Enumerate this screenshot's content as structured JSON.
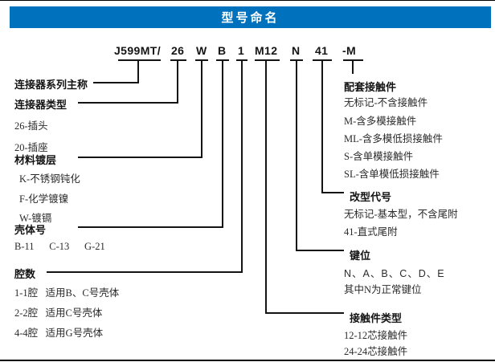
{
  "header": {
    "title": "型号命名"
  },
  "part_number": {
    "segments": [
      "J599MT/",
      "26",
      "W",
      "B",
      "1",
      "M12",
      "N",
      "41",
      "-M"
    ]
  },
  "left_sections": [
    {
      "title": "连接器系列主称",
      "items": []
    },
    {
      "title": "连接器类型",
      "items": [
        "26-插头",
        "20-插座"
      ]
    },
    {
      "title": "材料镀层",
      "items": [
        "K-不锈钢钝化",
        "F-化学镀镍",
        "W-镀镉"
      ]
    },
    {
      "title": "壳体号",
      "items": [
        "B-11      C-13      G-21"
      ]
    },
    {
      "title": "腔数",
      "items": [
        "1-1腔   适用B、C号壳体",
        "2-2腔   适用C号壳体",
        "4-4腔   适用G号壳体"
      ]
    }
  ],
  "right_sections": [
    {
      "title": "配套接触件",
      "items": [
        "无标记-不含接触件",
        "M-含多模接触件",
        "ML-含多模低损接触件",
        "S-含单模接触件",
        "SL-含单模低损接触件"
      ]
    },
    {
      "title": "改型代号",
      "items": [
        "无标记-基本型，不含尾附",
        "41-直式尾附"
      ]
    },
    {
      "title": "键位",
      "items": [
        "N、A、B、C、D、E",
        "其中N为正常键位"
      ]
    },
    {
      "title": "接触件类型",
      "items": [
        "12-12芯接触件",
        "24-24芯接触件"
      ]
    }
  ],
  "colors": {
    "header_bar": "#0071BC",
    "line": "#141414"
  }
}
